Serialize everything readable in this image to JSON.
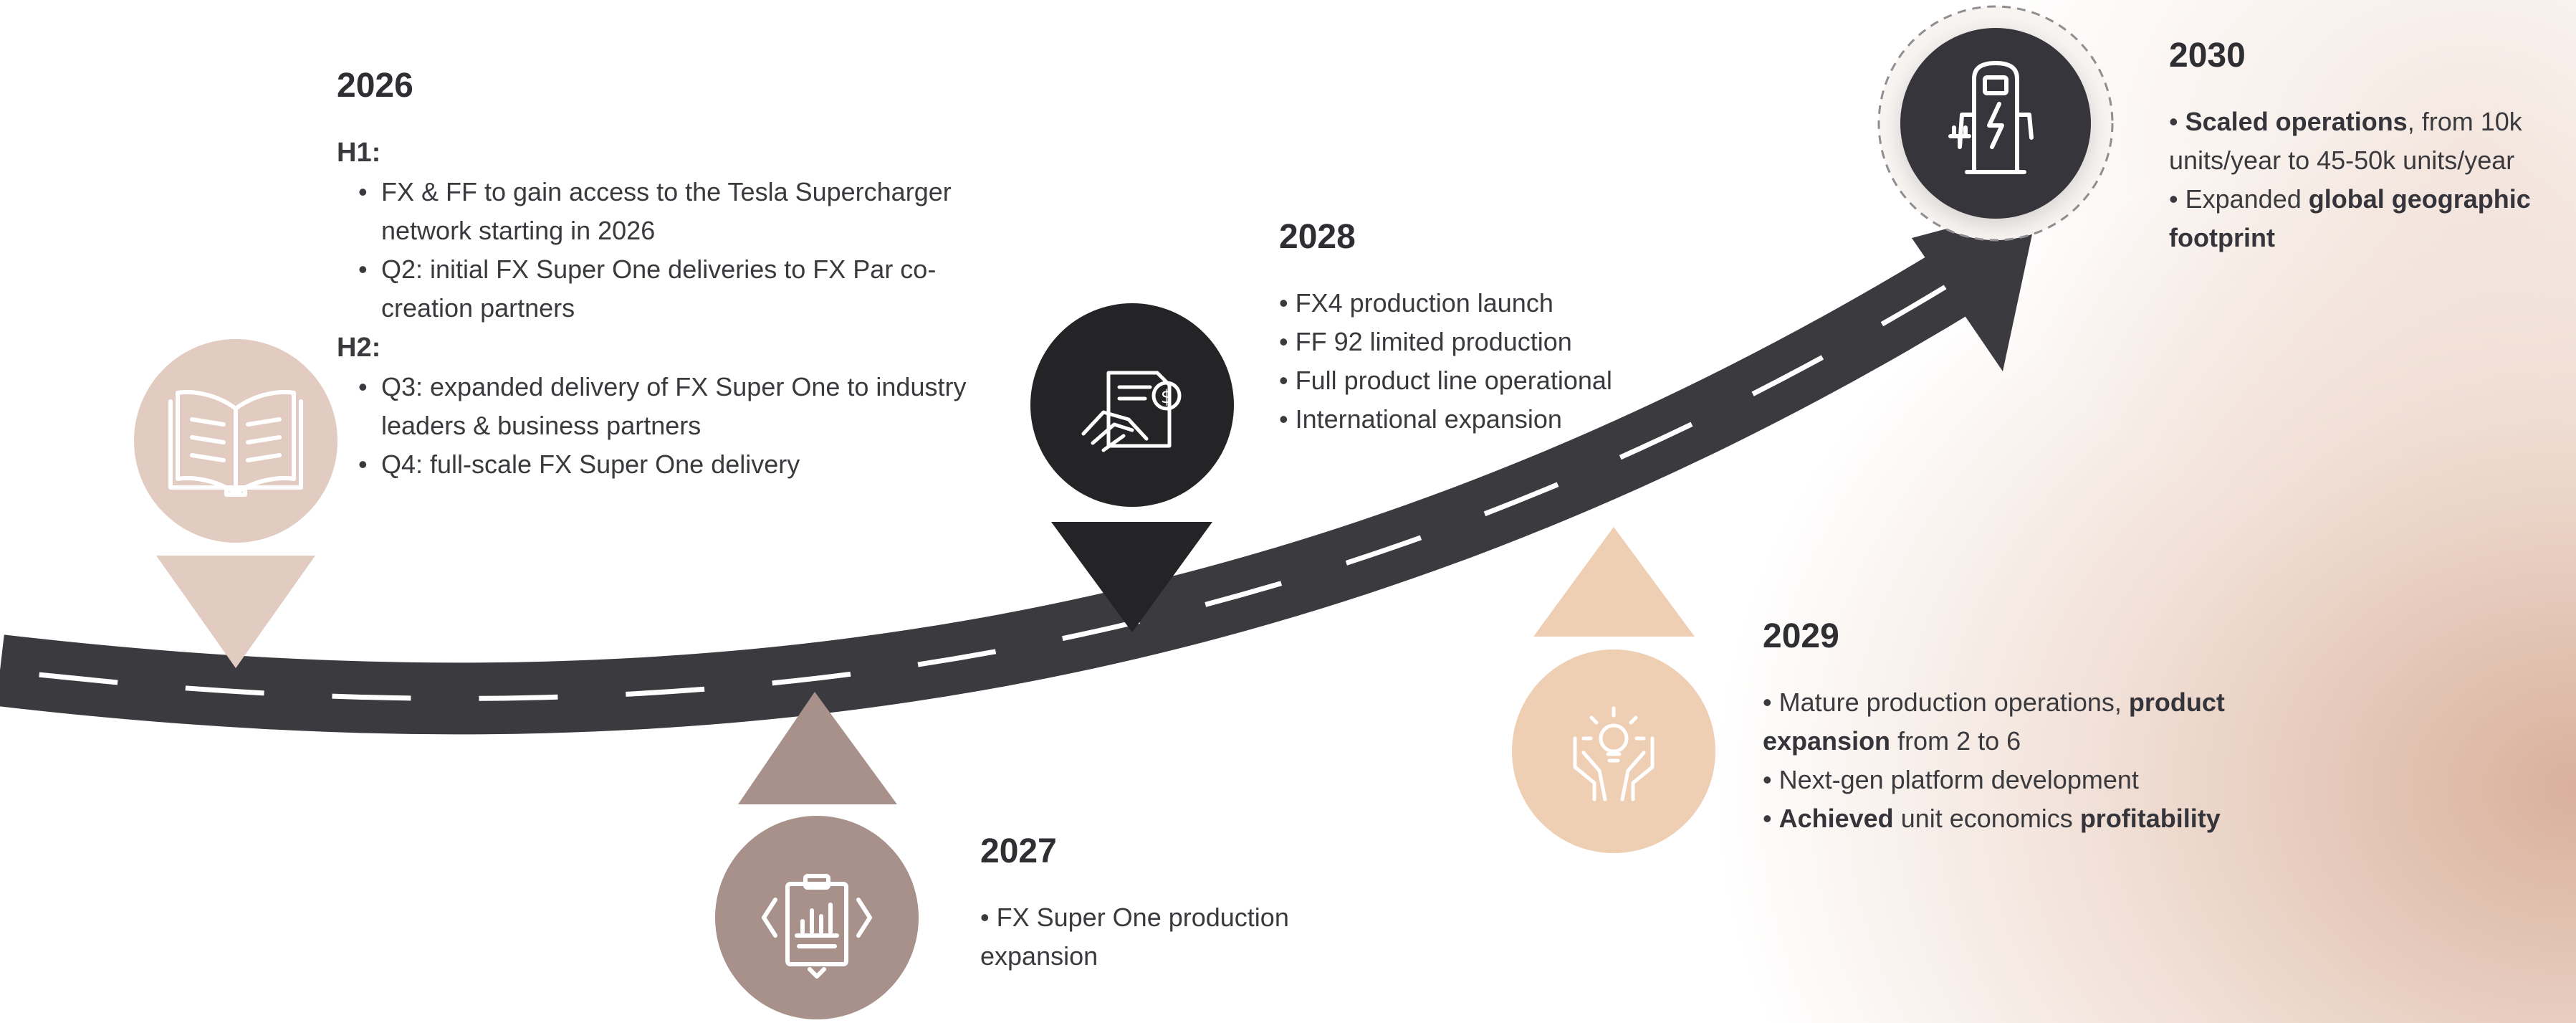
{
  "milestones": {
    "m2026": {
      "year": "2026",
      "h1_label": "H1:",
      "h1_items": [
        "FX & FF to gain access to the Tesla Supercharger network starting in 2026",
        "Q2: initial FX Super One deliveries to FX Par co-creation partners"
      ],
      "h2_label": "H2:",
      "h2_items": [
        "Q3: expanded delivery of  FX Super One to industry leaders & business partners",
        "Q4: full-scale FX Super One delivery"
      ],
      "icon": "open-book-icon",
      "color": "#e2cbc1"
    },
    "m2027": {
      "year": "2027",
      "items": [
        "FX Super One production expansion"
      ],
      "icon": "clipboard-chart-icon",
      "color": "#a8918a"
    },
    "m2028": {
      "year": "2028",
      "items": [
        "FX4 production launch",
        "FF 92 limited production",
        "Full product line operational",
        "International expansion"
      ],
      "icon": "handshake-contract-icon",
      "color": "#242427"
    },
    "m2029": {
      "year": "2029",
      "line1_pre": "Mature production operations, ",
      "line1_bold": "product expansion",
      "line1_post": " from 2 to 6",
      "line2": "Next-gen platform development",
      "line3_bold1": "Achieved",
      "line3_mid": " unit economics ",
      "line3_bold2": "profitability",
      "icon": "hands-lightbulb-icon",
      "color": "#efcfb4"
    },
    "m2030": {
      "year": "2030",
      "line1_bold": "Scaled operations",
      "line1_post": ", from 10k units/year to 45-50k units/year",
      "line2_pre": "Expanded ",
      "line2_bold": "global geographic footprint",
      "icon": "ev-charger-icon",
      "color": "#36363b"
    }
  },
  "road_color": "#3a3a3f"
}
